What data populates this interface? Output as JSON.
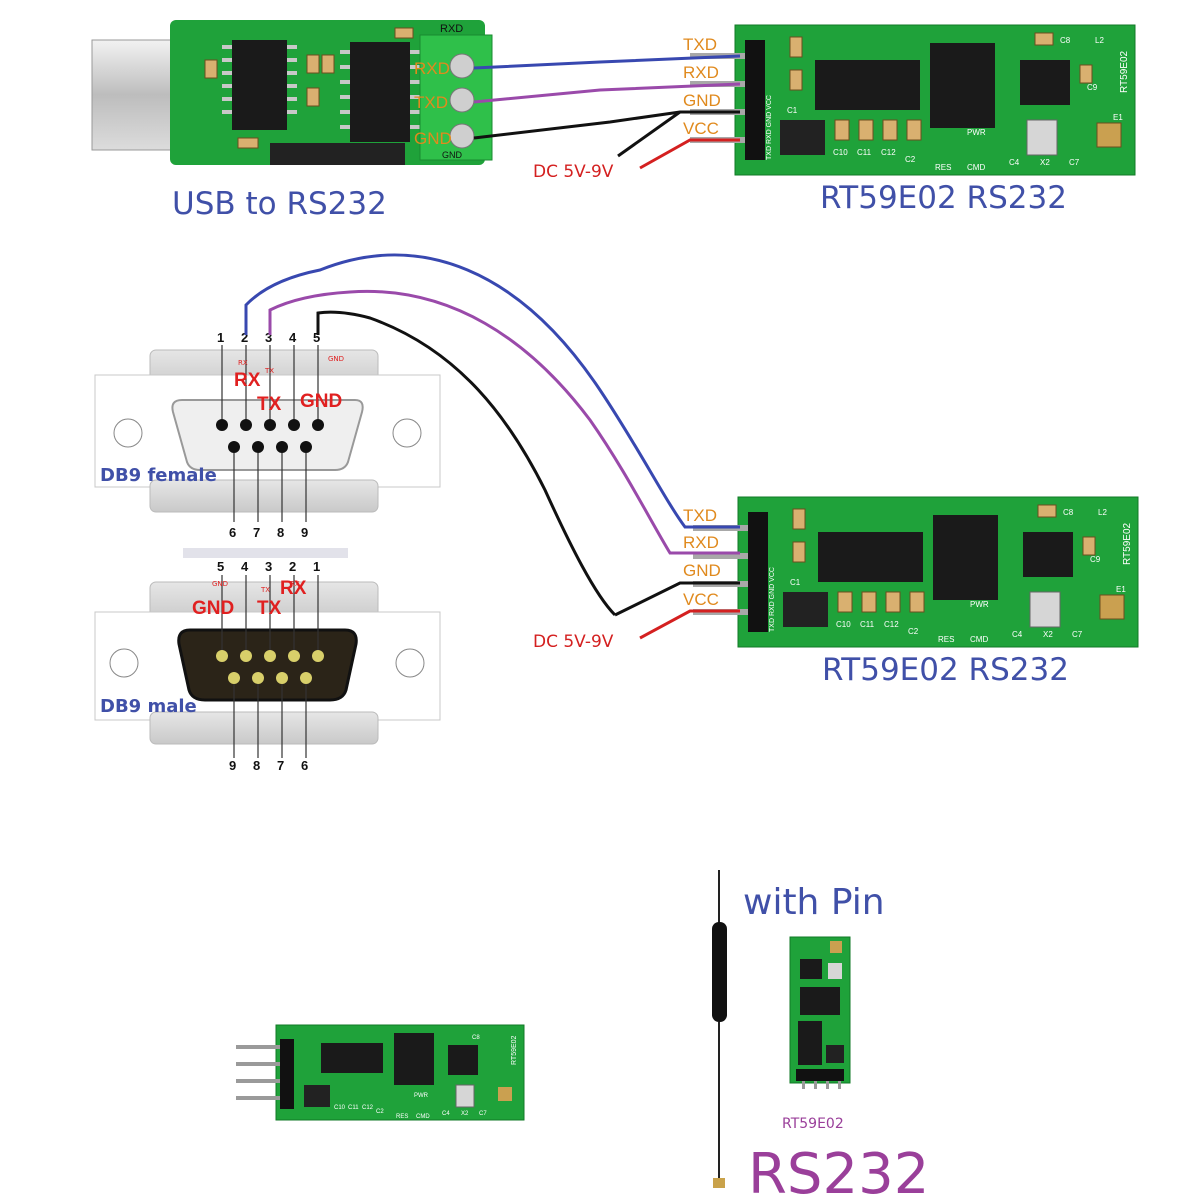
{
  "captions": {
    "usb_to_rs232": "USB to RS232",
    "module_top": "RT59E02 RS232",
    "module_mid": "RT59E02 RS232",
    "with_pin": "with Pin",
    "small_model": "RT59E02",
    "big_rs232": "RS232",
    "db9_female": "DB9 female",
    "db9_male": "DB9 male"
  },
  "usb_adapter": {
    "terminal_top_label": "RXD",
    "terminals": [
      "RXD",
      "TXD",
      "GND"
    ],
    "terminal_bottom_label": "GND"
  },
  "module_pins": [
    "TXD",
    "RXD",
    "GND",
    "VCC"
  ],
  "module_silk": {
    "c10": "C10",
    "c11": "C11",
    "c12": "C12",
    "c2": "C2",
    "pwr": "PWR",
    "res": "RES",
    "cmd": "CMD",
    "c4": "C4",
    "x2": "X2",
    "c7": "C7",
    "c8": "C8",
    "l2": "L2",
    "c9": "C9",
    "e1": "E1",
    "model": "RT59E02",
    "header": "TXD RXD GND VCC",
    "c1": "C1"
  },
  "power_label_top": "DC 5V-9V",
  "power_label_mid": "DC 5V-9V",
  "db9_female": {
    "top_numbers": [
      "1",
      "2",
      "3",
      "4",
      "5"
    ],
    "bottom_numbers": [
      "6",
      "7",
      "8",
      "9"
    ],
    "signals": [
      "RX",
      "TX",
      "GND"
    ],
    "tiny": [
      "RX",
      "TX",
      "GND"
    ]
  },
  "db9_male": {
    "top_numbers": [
      "5",
      "4",
      "3",
      "2",
      "1"
    ],
    "bottom_numbers": [
      "9",
      "8",
      "7",
      "6"
    ],
    "signals": [
      "GND",
      "TX",
      "RX"
    ],
    "tiny": [
      "GND",
      "TX",
      "RX"
    ]
  },
  "colors": {
    "pcb": "#1fa23a",
    "pcb_dark": "#127a27",
    "wire_blue": "#3848b0",
    "wire_purple": "#9a4aaa",
    "wire_black": "#111111",
    "wire_red": "#d42020",
    "caption_blue": "#4050a8",
    "caption_purple": "#9a3f9a",
    "terminal_green": "#2fc04a"
  }
}
